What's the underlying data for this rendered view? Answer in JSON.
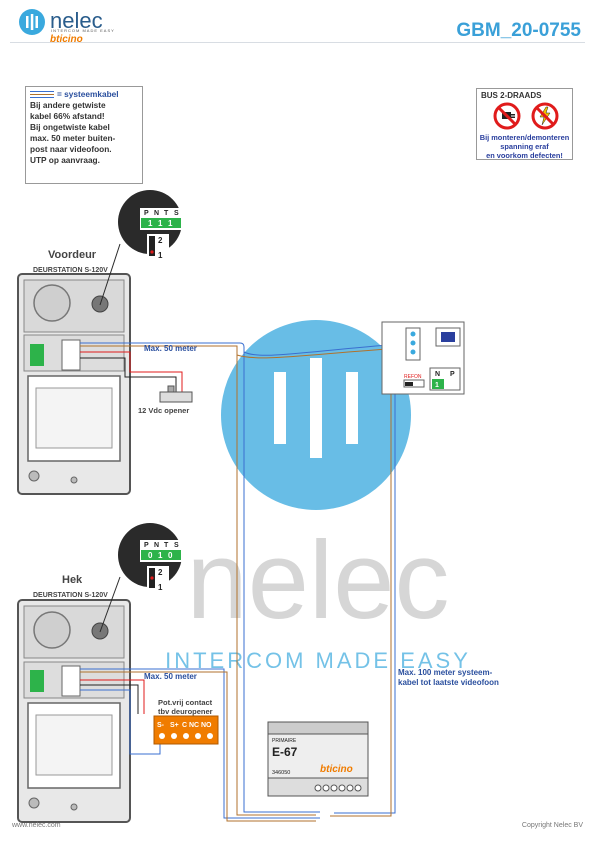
{
  "header": {
    "brand": "nelec",
    "brand_sub": "INTERCOM MADE EASY",
    "brand_secondary": "bticino",
    "doc_code": "GBM_20-0755"
  },
  "notes": {
    "cable": [
      "= systeemkabel",
      "Bij andere getwiste",
      "kabel 66% afstand!",
      "Bij ongetwiste kabel",
      "max. 50 meter buiten-",
      "post naar videofoon.",
      "UTP op aanvraag."
    ],
    "bus": {
      "title": "BUS 2-DRAADS",
      "warning": [
        "Bij monteren/demonteren",
        "spanning eraf",
        "en voorkom defecten!"
      ]
    }
  },
  "stations": [
    {
      "name": "Voordeur",
      "model": "DEURSTATION S-120V",
      "dip_values": [
        "1",
        "1",
        "1"
      ],
      "jumper": [
        "2",
        "1"
      ]
    },
    {
      "name": "Hek",
      "model": "DEURSTATION S-120V",
      "dip_values": [
        "0",
        "1",
        "0"
      ],
      "jumper": [
        "2",
        "1"
      ]
    }
  ],
  "dip_labels": [
    "P",
    "N",
    "T",
    "S"
  ],
  "labels": {
    "max50_top": "Max. 50 meter",
    "max50_bottom": "Max. 50 meter",
    "opener": "12 Vdc opener",
    "relay_title": "Pot.vrij contact",
    "relay_sub": "tbv deuropener",
    "relay_terminals": [
      "S-",
      "S+",
      "C",
      "NC",
      "NO"
    ],
    "max100": [
      "Max. 100 meter systeem-",
      "kabel tot laatste videofoon"
    ]
  },
  "monitor": {
    "np_labels": [
      "N",
      "P"
    ],
    "np_value": "1",
    "side_label": "REFON"
  },
  "psu": {
    "tag": "PRIMAIRE",
    "model": "E-67",
    "code": "346050",
    "brand": "bticino"
  },
  "watermark": {
    "main": "nelec",
    "sub": "INTERCOM MADE EASY"
  },
  "footer": {
    "left": "www.nelec.com",
    "right": "Copyright Nelec BV"
  },
  "colors": {
    "wire_blue": "#3a6fd0",
    "wire_brown": "#b0722c",
    "relay_orange": "#f07c00",
    "watermark": "#3aa9de",
    "dip_green": "#2db34a"
  }
}
